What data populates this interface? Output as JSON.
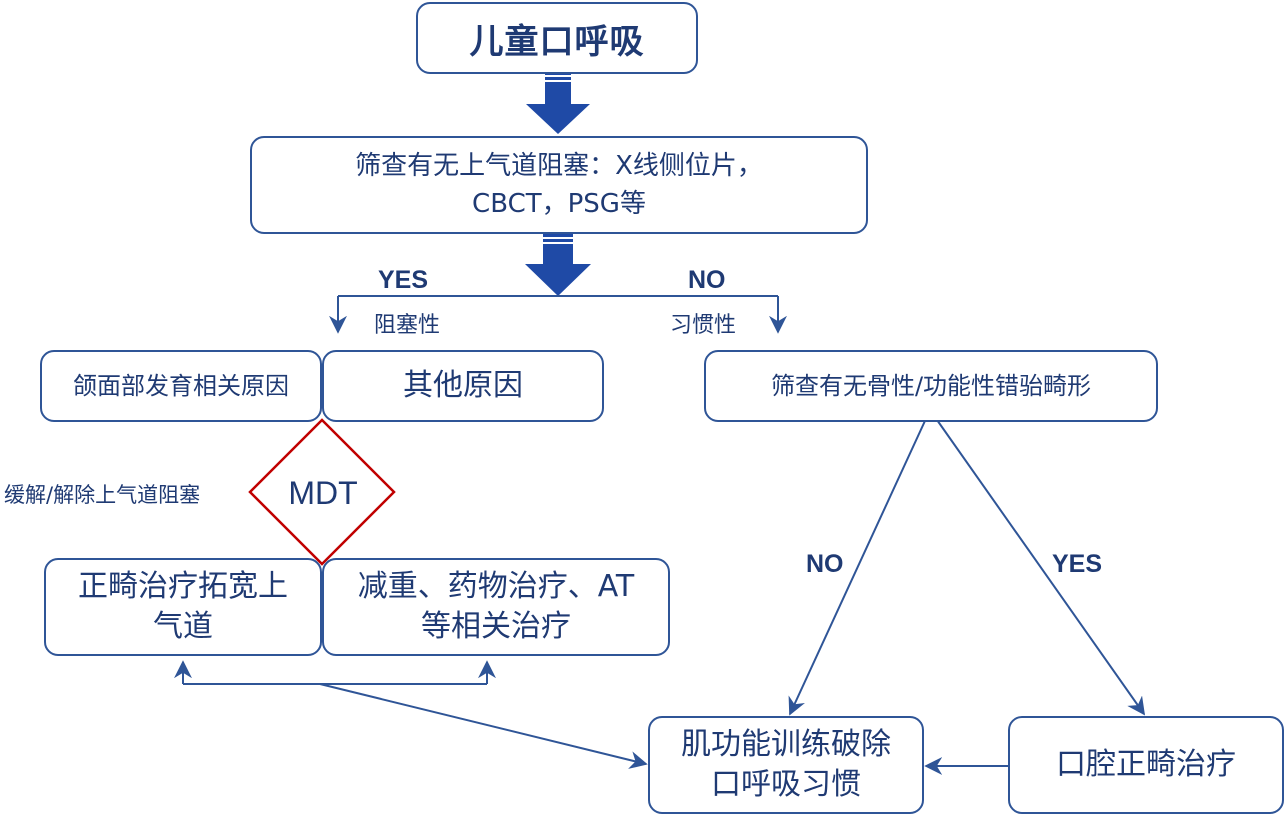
{
  "title": "儿童口呼吸",
  "screen": {
    "line1": "筛查有无上气道阻塞：X线侧位片，",
    "line2": "CBCT，PSG等"
  },
  "branch_top": {
    "yes_label": "YES",
    "yes_sub": "阻塞性",
    "no_label": "NO",
    "no_sub": "习惯性"
  },
  "left_boxes": {
    "craniofacial": "颌面部发育相关原因",
    "other": "其他原因"
  },
  "mdt": {
    "label": "MDT",
    "side_note": "缓解/解除上气道阻塞"
  },
  "treatments": {
    "ortho_line1": "正畸治疗拓宽上",
    "ortho_line2": "气道",
    "weight_line1": "减重、药物治疗、AT",
    "weight_line2": "等相关治疗"
  },
  "right_screen": "筛查有无骨性/功能性错骀畸形",
  "branch_right": {
    "no_label": "NO",
    "yes_label": "YES"
  },
  "muscle": {
    "line1": "肌功能训练破除",
    "line2": "口呼吸习惯"
  },
  "oral_ortho": "口腔正畸治疗",
  "colors": {
    "line": "#2f5597",
    "arrow_fill": "#1f4aa6",
    "diamond": "#c00000",
    "text": "#1f3a73"
  }
}
